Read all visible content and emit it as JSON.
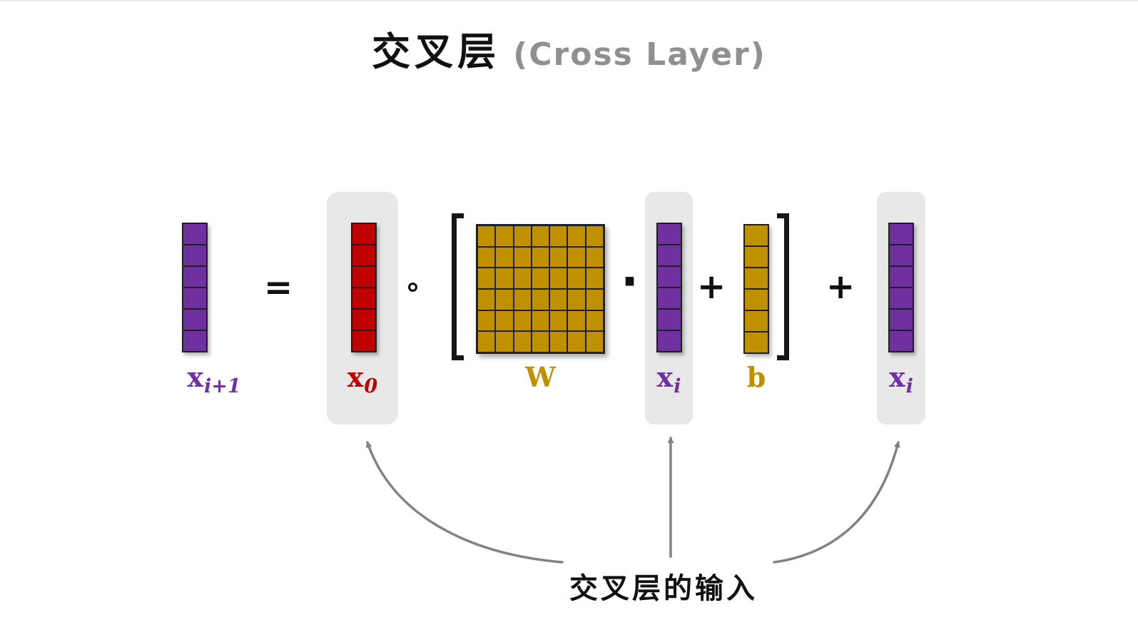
{
  "title": {
    "zh": "交叉层",
    "en": "(Cross Layer)"
  },
  "colors": {
    "purple": "#7030a0",
    "red": "#c00000",
    "gold": "#bf9000",
    "highlight": "#e9e8e8",
    "arrow": "#828282"
  },
  "equation": {
    "terms": {
      "result": {
        "base": "x",
        "sub": "i+1",
        "cells": 6,
        "color": "purple"
      },
      "x0": {
        "base": "x",
        "sub": "0",
        "cells": 6,
        "color": "red"
      },
      "W": {
        "label": "W",
        "rows": 6,
        "cols": 7,
        "color": "gold"
      },
      "xi_inner": {
        "base": "x",
        "sub": "i",
        "cells": 6,
        "color": "purple"
      },
      "b": {
        "label": "b",
        "cells": 6,
        "color": "gold"
      },
      "xi_outer": {
        "base": "x",
        "sub": "i",
        "cells": 6,
        "color": "purple"
      }
    },
    "operators": {
      "equals": "=",
      "hadamard": "∘",
      "dot": "·",
      "plus_inner": "+",
      "plus_outer": "+"
    }
  },
  "annotation": {
    "label": "交叉层的输入"
  }
}
